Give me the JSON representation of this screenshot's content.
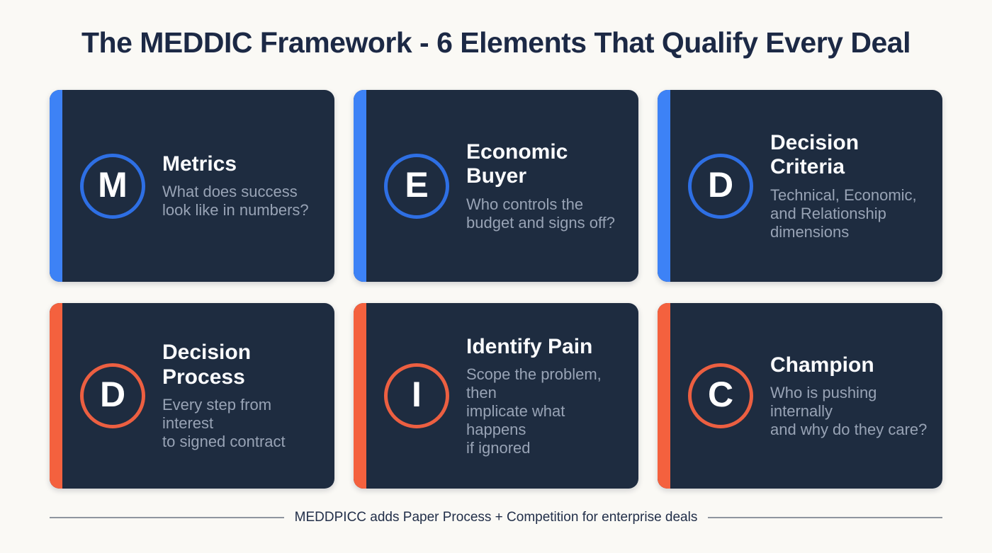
{
  "header": {
    "title": "The MEDDIC Framework - 6 Elements That Qualify Every Deal"
  },
  "colors": {
    "background": "#faf9f5",
    "heading_text": "#1c2945",
    "card_background": "#1e2c40",
    "card_title_text": "#fafbfd",
    "card_description_text": "#98a3b5",
    "blue_accent": "#3d82f6",
    "blue_ring": "#2e6fe4",
    "orange_accent": "#f4613e",
    "orange_ring": "#ec5f41",
    "footer_text": "#222f49",
    "footer_rule": "#8f969f"
  },
  "cards": [
    {
      "letter": "M",
      "title": "Metrics",
      "description": "What does success\nlook like in numbers?",
      "accent": "blue"
    },
    {
      "letter": "E",
      "title": "Economic Buyer",
      "description": "Who controls the\nbudget and signs off?",
      "accent": "blue"
    },
    {
      "letter": "D",
      "title": "Decision Criteria",
      "description": "Technical, Economic,\nand Relationship\ndimensions",
      "accent": "blue"
    },
    {
      "letter": "D",
      "title": "Decision Process",
      "description": "Every step from interest\nto signed contract",
      "accent": "orange"
    },
    {
      "letter": "I",
      "title": "Identify Pain",
      "description": "Scope the problem, then\nimplicate what happens\nif ignored",
      "accent": "orange"
    },
    {
      "letter": "C",
      "title": "Champion",
      "description": "Who is pushing internally\nand why do they care?",
      "accent": "orange"
    }
  ],
  "footer": {
    "note": "MEDDPICC adds Paper Process + Competition for enterprise deals"
  }
}
